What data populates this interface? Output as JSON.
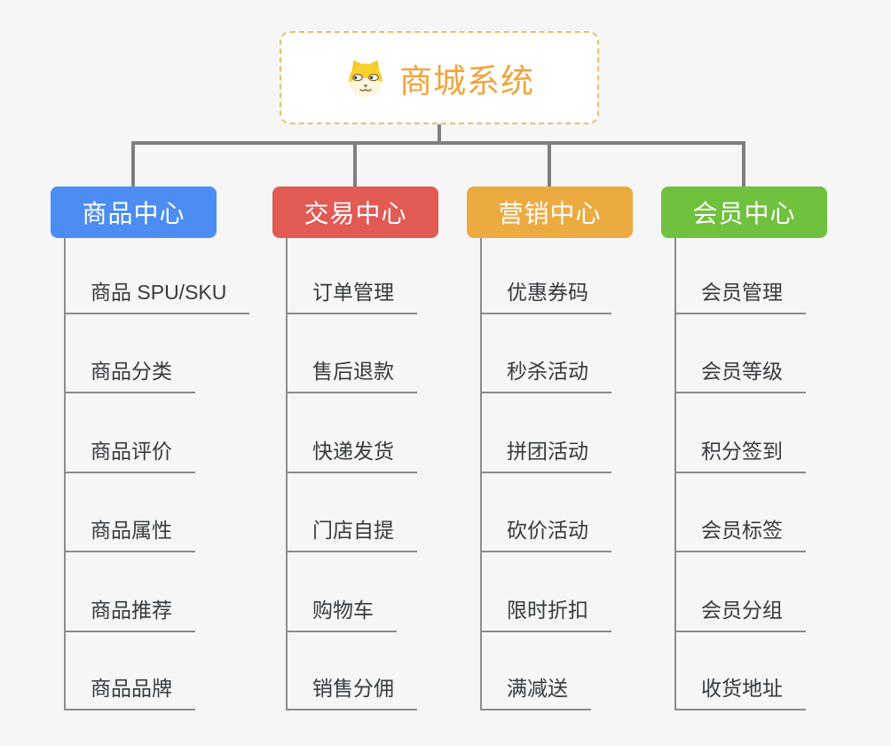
{
  "root": {
    "title": "商城系统",
    "icon": "dog-face-icon"
  },
  "theme": {
    "background": "#f5f6f5",
    "root_text_color": "#f0a43c",
    "root_border_color": "#f2bd66",
    "connector_color": "#7f7f7f",
    "leaf_line_color": "#8c8c8c",
    "leaf_text_color": "#363b40"
  },
  "branches": [
    {
      "label": "商品中心",
      "color": "#4b8df2",
      "children": [
        "商品 SPU/SKU",
        "商品分类",
        "商品评价",
        "商品属性",
        "商品推荐",
        "商品品牌"
      ]
    },
    {
      "label": "交易中心",
      "color": "#e25a54",
      "children": [
        "订单管理",
        "售后退款",
        "快递发货",
        "门店自提",
        "购物车",
        "销售分佣"
      ]
    },
    {
      "label": "营销中心",
      "color": "#ecab41",
      "children": [
        "优惠券码",
        "秒杀活动",
        "拼团活动",
        "砍价活动",
        "限时折扣",
        "满减送"
      ]
    },
    {
      "label": "会员中心",
      "color": "#6fc13e",
      "children": [
        "会员管理",
        "会员等级",
        "积分签到",
        "会员标签",
        "会员分组",
        "收货地址"
      ]
    }
  ]
}
